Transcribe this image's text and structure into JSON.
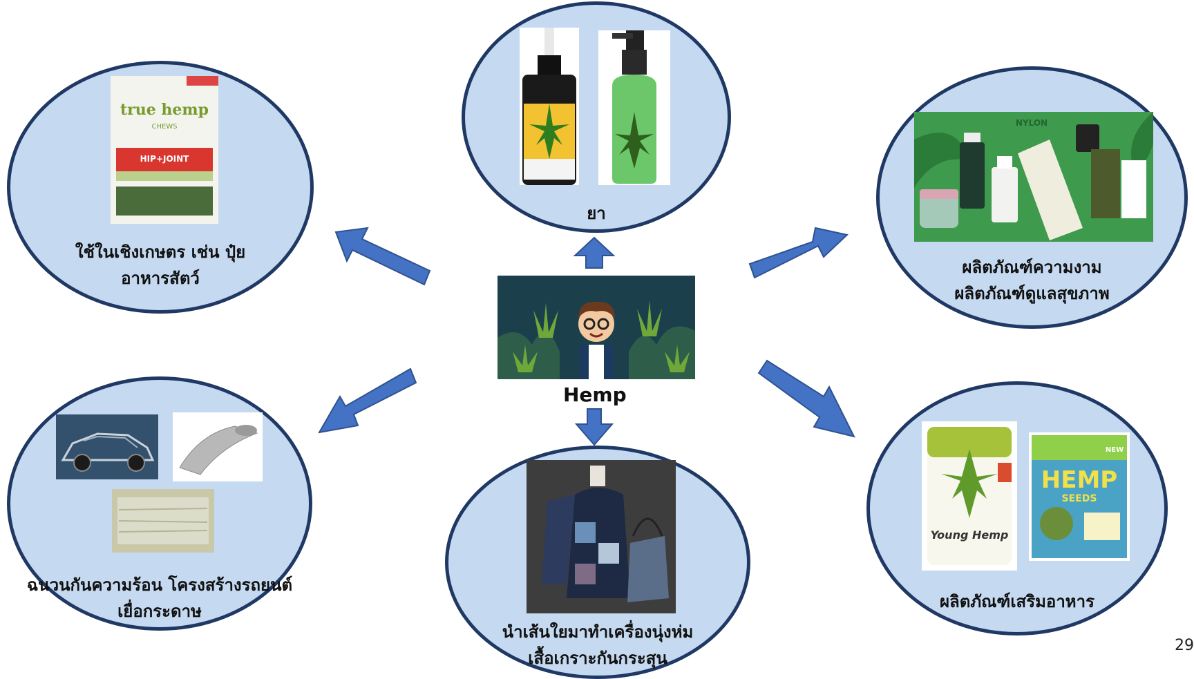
{
  "center": {
    "title": "Hemp"
  },
  "nodes": {
    "medicine": {
      "label": "ยา"
    },
    "agriculture": {
      "line1": "ใช้ในเชิงเกษตร เช่น ปุ๋ย",
      "line2": "อาหารสัตว์"
    },
    "beauty": {
      "line1": "ผลิตภัณฑ์ความงาม",
      "line2": "ผลิตภัณฑ์ดูแลสุขภาพ"
    },
    "insulation": {
      "line1": "ฉนวนกันความร้อน โครงสร้างรถยนต์",
      "line2": "เยื่อกระดาษ"
    },
    "textile": {
      "line1": "นำเส้นใยมาทำเครื่องนุ่งห่ม",
      "line2": "เสื้อเกราะกันกระสุน"
    },
    "food": {
      "label": "ผลิตภัณฑ์เสริมอาหาร"
    }
  },
  "product_text": {
    "truehemp_brand": "true hemp",
    "truehemp_sub": "CHEWS",
    "truehemp_band": "HIP+JOINT",
    "nylon": "NYLON",
    "younghemp": "Young Hemp",
    "hempseeds": "HEMP",
    "seeds": "SEEDS",
    "new": "NEW"
  },
  "page_number": "29",
  "colors": {
    "ellipse_fill": "#c5d9f1",
    "ellipse_border": "#1f3864",
    "arrow_fill": "#4472c4",
    "arrow_stroke": "#2f528f"
  }
}
